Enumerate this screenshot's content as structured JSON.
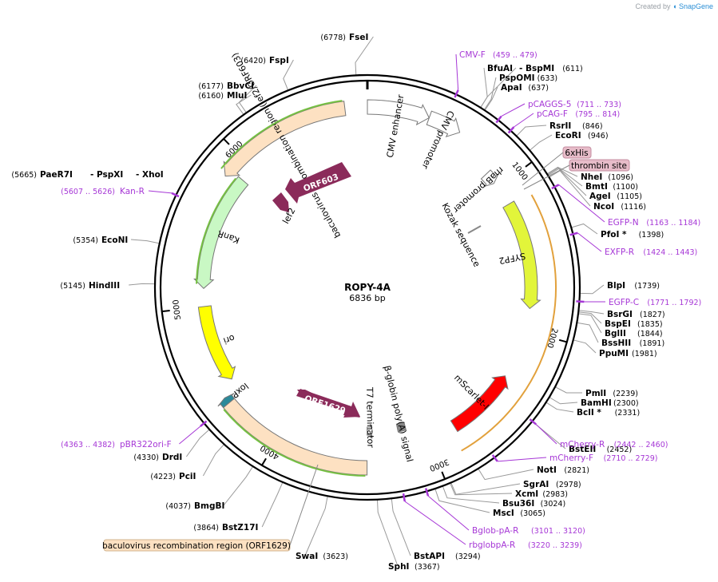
{
  "app": {
    "credit_prefix": "Created by",
    "credit_brand": "SnapGene"
  },
  "plasmid": {
    "name": "ROPY-4A",
    "size_label": "6836 bp",
    "length": 6836
  },
  "colors": {
    "backbone": "#000000",
    "primer": "#a637d6",
    "cmv": "#ffffff",
    "orf": "#8b2b5a",
    "kanr": "#c9f8c4",
    "ori": "#ffff00",
    "syfp2": "#e2f53a",
    "mscarlet": "#ff0000",
    "recomb": "#fde1c2",
    "loxp": "#2b8a9a",
    "highlight_green": "#76c043",
    "highlight_orange": "#e2a13c",
    "tag_box": "#e7bcc9"
  },
  "tick_labels": [
    {
      "text": "1000",
      "bp": 1000
    },
    {
      "text": "2000",
      "bp": 2000
    },
    {
      "text": "3000",
      "bp": 3000
    },
    {
      "text": "4000",
      "bp": 4000
    },
    {
      "text": "5000",
      "bp": 5000
    },
    {
      "text": "6000",
      "bp": 6000
    }
  ],
  "features": [
    {
      "name": "CMV enhancer",
      "start": 6836,
      "end": 380,
      "dir": 1,
      "color": "#ffffff",
      "ring": "outer",
      "label": "CMV enhancer"
    },
    {
      "name": "CMV promoter",
      "start": 380,
      "end": 584,
      "dir": 1,
      "color": "#ffffff",
      "ring": "outer",
      "label": "CMV promoter"
    },
    {
      "name": "rhaB promoter",
      "start": 880,
      "end": 960,
      "dir": 1,
      "color": "#ffffff",
      "ring": "mid",
      "label": "rhaB promoter"
    },
    {
      "name": "SYFP2",
      "start": 1130,
      "end": 1850,
      "dir": 1,
      "color": "#e2f53a",
      "ring": "mid",
      "label": "SYFP2"
    },
    {
      "name": "mScarlet-I",
      "start": 2330,
      "end": 2810,
      "dir": -1,
      "color": "#ff0000",
      "ring": "mid",
      "label": "mScarlet-I"
    },
    {
      "name": "beta-globin polyA",
      "start": 3130,
      "end": 3190,
      "dir": 0,
      "color": "#888888",
      "ring": "inner",
      "label": "β-globin poly(A) signal"
    },
    {
      "name": "T7 terminator",
      "start": 3380,
      "end": 3420,
      "dir": -1,
      "color": "#ffffff",
      "ring": "inner",
      "label": "T7 terminator"
    },
    {
      "name": "baculovirus recombination region (ORF1629)",
      "start": 3420,
      "end": 4370,
      "dir": 0,
      "color": "#fde1c2",
      "ring": "outer",
      "label": ""
    },
    {
      "name": "loxP",
      "start": 4370,
      "end": 4410,
      "dir": 1,
      "color": "#2b8a9a",
      "ring": "outer",
      "label": "loxP"
    },
    {
      "name": "ori",
      "start": 4480,
      "end": 5000,
      "dir": -1,
      "color": "#ffff00",
      "ring": "mid",
      "label": "ori"
    },
    {
      "name": "KanR",
      "start": 5120,
      "end": 5900,
      "dir": -1,
      "color": "#c9f8c4",
      "ring": "mid",
      "label": "KanR"
    },
    {
      "name": "baculovirus recombination region (lef2/ORF603)",
      "start": 5850,
      "end": 6700,
      "dir": -1,
      "color": "#fde1c2",
      "ring": "outer",
      "label": "baculovirus recombination region (lef2/ORF603)"
    }
  ],
  "inner_arrows": [
    {
      "name": "ORF603",
      "label": "ORF603"
    },
    {
      "name": "lef2",
      "label": "lef2"
    },
    {
      "name": "ORF1629",
      "label": "ORF1629"
    }
  ],
  "misc_labels": {
    "kozak": "Kozak sequence",
    "tag_6xhis": "6xHis",
    "tag_thrombin": "thrombin site",
    "orf1629_region_box": "baculovirus recombination region (ORF1629)"
  },
  "sites": [
    {
      "name": "FseI",
      "pos": "(6778)"
    },
    {
      "name": "FspI",
      "pos": "(6420)"
    },
    {
      "name": "BbvCI",
      "pos": "(6177)"
    },
    {
      "name": "MluI",
      "pos": "(6160)"
    },
    {
      "name": "PaeR7I",
      "pos": "(5665)"
    },
    {
      "name": "- PspXI",
      "pos": ""
    },
    {
      "name": "- XhoI",
      "pos": ""
    },
    {
      "name": "EcoNI",
      "pos": "(5354)"
    },
    {
      "name": "HindIII",
      "pos": "(5145)"
    },
    {
      "name": "DrdI",
      "pos": "(4330)"
    },
    {
      "name": "PciI",
      "pos": "(4223)"
    },
    {
      "name": "BmgBI",
      "pos": "(4037)"
    },
    {
      "name": "BstZ17I",
      "pos": "(3864)"
    },
    {
      "name": "SwaI",
      "pos": "(3623)"
    },
    {
      "name": "SphI",
      "pos": "(3367)"
    },
    {
      "name": "BstAPI",
      "pos": "(3294)"
    },
    {
      "name": "MscI",
      "pos": "(3065)"
    },
    {
      "name": "Bsu36I",
      "pos": "(3024)"
    },
    {
      "name": "XcmI",
      "pos": "(2983)"
    },
    {
      "name": "SgrAI",
      "pos": "(2978)"
    },
    {
      "name": "NotI",
      "pos": "(2821)"
    },
    {
      "name": "BstEII",
      "pos": "(2452)"
    },
    {
      "name": "BclI *",
      "pos": "(2331)"
    },
    {
      "name": "BamHI",
      "pos": "(2300)"
    },
    {
      "name": "PmlI",
      "pos": "(2239)"
    },
    {
      "name": "PpuMI",
      "pos": "(1981)"
    },
    {
      "name": "BssHII",
      "pos": "(1891)"
    },
    {
      "name": "BglII",
      "pos": "(1844)"
    },
    {
      "name": "BspEI",
      "pos": "(1835)"
    },
    {
      "name": "BsrGI",
      "pos": "(1827)"
    },
    {
      "name": "BlpI",
      "pos": "(1739)"
    },
    {
      "name": "PfoI *",
      "pos": "(1398)"
    },
    {
      "name": "NcoI",
      "pos": "(1116)"
    },
    {
      "name": "AgeI",
      "pos": "(1105)"
    },
    {
      "name": "BmtI",
      "pos": "(1100)"
    },
    {
      "name": "NheI",
      "pos": "(1096)"
    },
    {
      "name": "EcoRI",
      "pos": "(946)"
    },
    {
      "name": "RsrII",
      "pos": "(846)"
    },
    {
      "name": "ApaI",
      "pos": "(637)"
    },
    {
      "name": "PspOMI",
      "pos": "(633)"
    },
    {
      "name": "BfuAI",
      "pos": ""
    },
    {
      "name": "- BspMI",
      "pos": "(611)"
    }
  ],
  "primers": [
    {
      "name": "CMV-F",
      "pos": "(459 .. 479)"
    },
    {
      "name": "pCAGGS-5",
      "pos": "(711 .. 733)"
    },
    {
      "name": "pCAG-F",
      "pos": "(795 .. 814)"
    },
    {
      "name": "EGFP-N",
      "pos": "(1163 .. 1184)"
    },
    {
      "name": "EXFP-R",
      "pos": "(1424 .. 1443)"
    },
    {
      "name": "EGFP-C",
      "pos": "(1771 .. 1792)"
    },
    {
      "name": "mCherry-R",
      "pos": "(2442 .. 2460)"
    },
    {
      "name": "mCherry-F",
      "pos": "(2710 .. 2729)"
    },
    {
      "name": "Bglob-pA-R",
      "pos": "(3101 .. 3120)"
    },
    {
      "name": "rbglobpA-R",
      "pos": "(3220 .. 3239)"
    },
    {
      "name": "pBR322ori-F",
      "pos": "(4363 .. 4382)"
    },
    {
      "name": "Kan-R",
      "pos": "(5607 .. 5626)"
    }
  ]
}
